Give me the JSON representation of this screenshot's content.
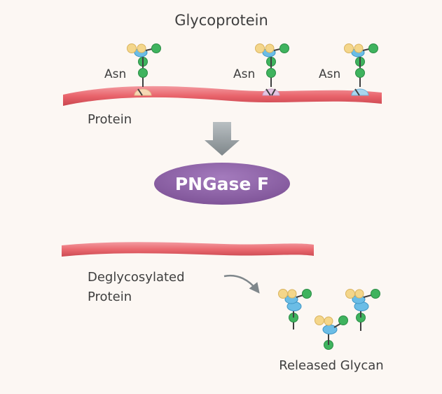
{
  "title": "Glycoprotein",
  "asn_labels": [
    "Asn",
    "Asn",
    "Asn"
  ],
  "protein_label": "Protein",
  "enzyme_label": "PNGase F",
  "deglycosylated_label": [
    "Deglycosylated",
    "Protein"
  ],
  "released_label": "Released Glycan",
  "colors": {
    "background": "#fcf7f3",
    "protein": "#e9646b",
    "enzyme": "#8e61a8",
    "arrow": "#8e9599",
    "mannose": "#f4d68a",
    "glcnac": "#6bbde6",
    "green": "#3fb35e",
    "stem": "#3f3f3f"
  }
}
